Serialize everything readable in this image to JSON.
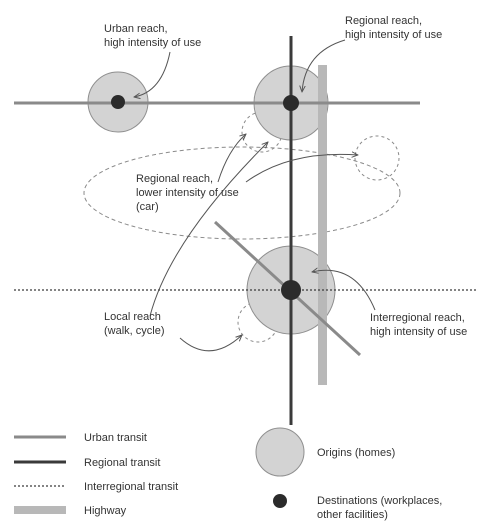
{
  "annotations": {
    "urban_reach": [
      "Urban reach,",
      "high intensity of use"
    ],
    "regional_reach_high": [
      "Regional reach,",
      "high intensity of use"
    ],
    "regional_reach_low": [
      "Regional reach,",
      "lower intensity of use",
      "(car)"
    ],
    "local_reach": [
      "Local reach",
      "(walk, cycle)"
    ],
    "interregional_reach": [
      "Interregional reach,",
      "high intensity of use"
    ]
  },
  "legend": {
    "urban_transit": "Urban transit",
    "regional_transit": "Regional transit",
    "interregional_transit": "Interregional transit",
    "highway": "Highway",
    "origins": "Origins (homes)",
    "destinations": [
      "Destinations (workplaces,",
      "other facilities)"
    ]
  },
  "colors": {
    "circle_fill": "#d3d3d3",
    "circle_stroke": "#8f8f8f",
    "dot": "#2b2b2b",
    "urban_transit": "#8a8a8a",
    "regional_transit": "#3a3a3a",
    "interregional_transit": "#3a3a3a",
    "highway": "#b8b8b8",
    "dashed_outline": "#8a8a8a",
    "arrow": "#555555"
  }
}
